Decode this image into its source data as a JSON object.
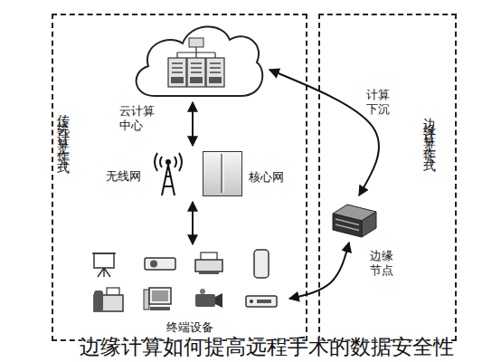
{
  "diagram": {
    "caption": "边缘计算如何提高远程手术的数据安全性",
    "nodes": [
      {
        "text": [
          "传统云计算工作方式"
        ]
      },
      {
        "text": [
          "云计算中心"
        ],
        "in": 0
      },
      {
        "text": [
          "核心网"
        ],
        "in": 0
      },
      {
        "text": [
          "终端设备"
        ],
        "in": 0
      },
      {
        "text": [
          "边缘计算工作方式"
        ]
      },
      {
        "text": [
          "边缘节点"
        ],
        "in": 4
      }
    ],
    "edges": [
      {
        "from": 1,
        "to": 2,
        "arrow": "both"
      },
      {
        "from": 2,
        "to": 3,
        "arrow": "both"
      },
      {
        "from": 1,
        "to": 5,
        "label": "计算下沉",
        "arrow": "both"
      },
      {
        "from": 5,
        "to": 3,
        "arrow": "both"
      }
    ],
    "labels": [
      "无线网"
    ]
  }
}
